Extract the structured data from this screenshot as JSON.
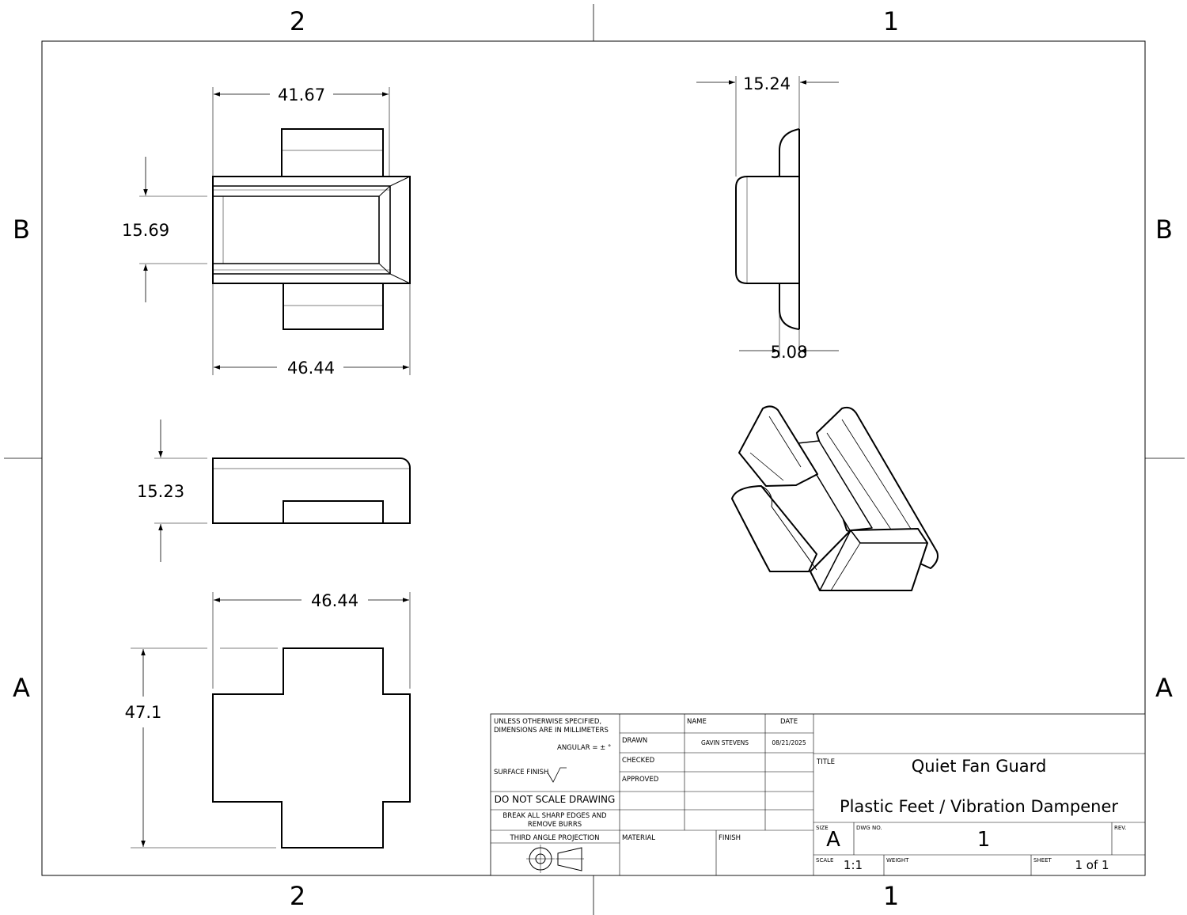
{
  "zones": {
    "top_left": "2",
    "top_right": "1",
    "bottom_left": "2",
    "bottom_right": "1",
    "left_upper": "B",
    "left_lower": "A",
    "right_upper": "B",
    "right_lower": "A"
  },
  "dimensions": {
    "top_view_upper_width": "41.67",
    "top_view_height": "15.69",
    "top_view_lower_width": "46.44",
    "front_view_height": "15.23",
    "bottom_view_width": "46.44",
    "bottom_view_height": "47.1",
    "side_view_top": "15.24",
    "side_view_bottom": "5.08"
  },
  "title_block": {
    "notes": {
      "line1": "UNLESS OTHERWISE SPECIFIED,",
      "line2": "DIMENSIONS ARE IN MILLIMETERS",
      "angular": "ANGULAR = ± °",
      "surface_finish": "SURFACE FINISH",
      "do_not_scale": "DO NOT SCALE DRAWING",
      "break_edges_1": "BREAK ALL SHARP EDGES AND",
      "break_edges_2": "REMOVE BURRS",
      "projection": "THIRD ANGLE PROJECTION"
    },
    "headers": {
      "name": "NAME",
      "date": "DATE"
    },
    "rows": {
      "drawn": "DRAWN",
      "checked": "CHECKED",
      "approved": "APPROVED",
      "drawn_name": "GAVIN STEVENS",
      "drawn_date": "08/21/2025"
    },
    "material_label": "MATERIAL",
    "finish_label": "FINISH",
    "title_label": "TITLE",
    "title_line1": "Quiet Fan Guard",
    "title_line2": "Plastic Feet / Vibration Dampener",
    "size_label": "SIZE",
    "size": "A",
    "dwg_no_label": "DWG NO.",
    "dwg_no": "1",
    "rev_label": "REV.",
    "scale_label": "SCALE",
    "scale": "1:1",
    "weight_label": "WEIGHT",
    "sheet_label": "SHEET",
    "sheet": "1 of 1"
  }
}
